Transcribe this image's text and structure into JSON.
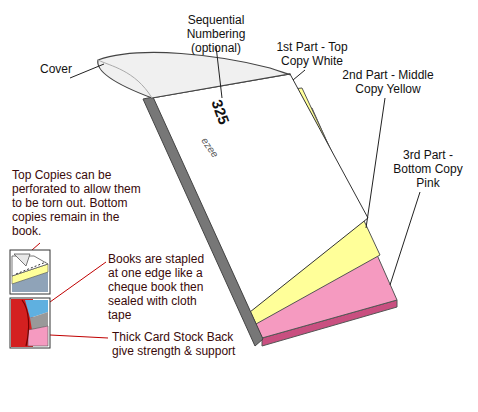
{
  "diagram": {
    "labels": [
      "Cover",
      "Sequential Numbering (optional)",
      "1st Part - Top Copy White",
      "2nd Part - Middle Copy Yellow",
      "3rd Part - Bottom Copy Pink",
      "325",
      "ezee",
      "Top Copies can be perforated to allow them to be torn out. Bottom copies remain in the book.",
      "Books are stapled at one edge like a cheque book then sealed with cloth tape",
      "Thick Card Stock Back give strength & support"
    ]
  }
}
